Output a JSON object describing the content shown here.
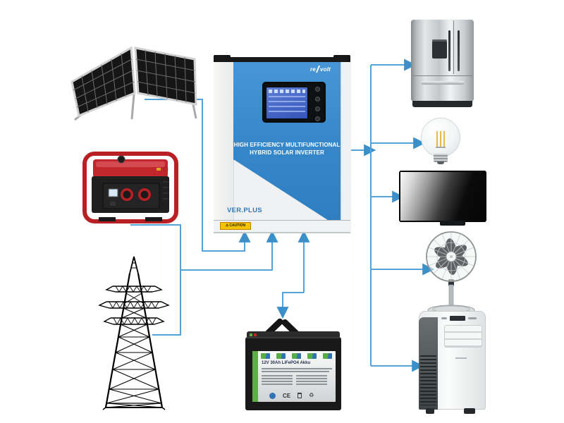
{
  "inverter": {
    "brand_prefix": "re",
    "brand_suffix": "volt",
    "headline_line1": "HIGH EFFICIENCY MULTIFUNCTIONAL",
    "headline_line2": "HYBRID SOLAR INVERTER",
    "version_label": "VER.PLUS",
    "caution_text": "CAUTION"
  },
  "battery": {
    "label_title": "12V 30Ah LiFePO4 Akku",
    "ce_mark": "CE"
  },
  "icons": {
    "warning": "⚠",
    "recycle": "♻"
  },
  "colors": {
    "wire_blue": "#52a3d8",
    "arrow_blue": "#3b90c9",
    "inverter_blue": "#3a8ccd",
    "generator_red": "#c2272d",
    "battery_green": "#5cb043",
    "background": "#ffffff"
  }
}
